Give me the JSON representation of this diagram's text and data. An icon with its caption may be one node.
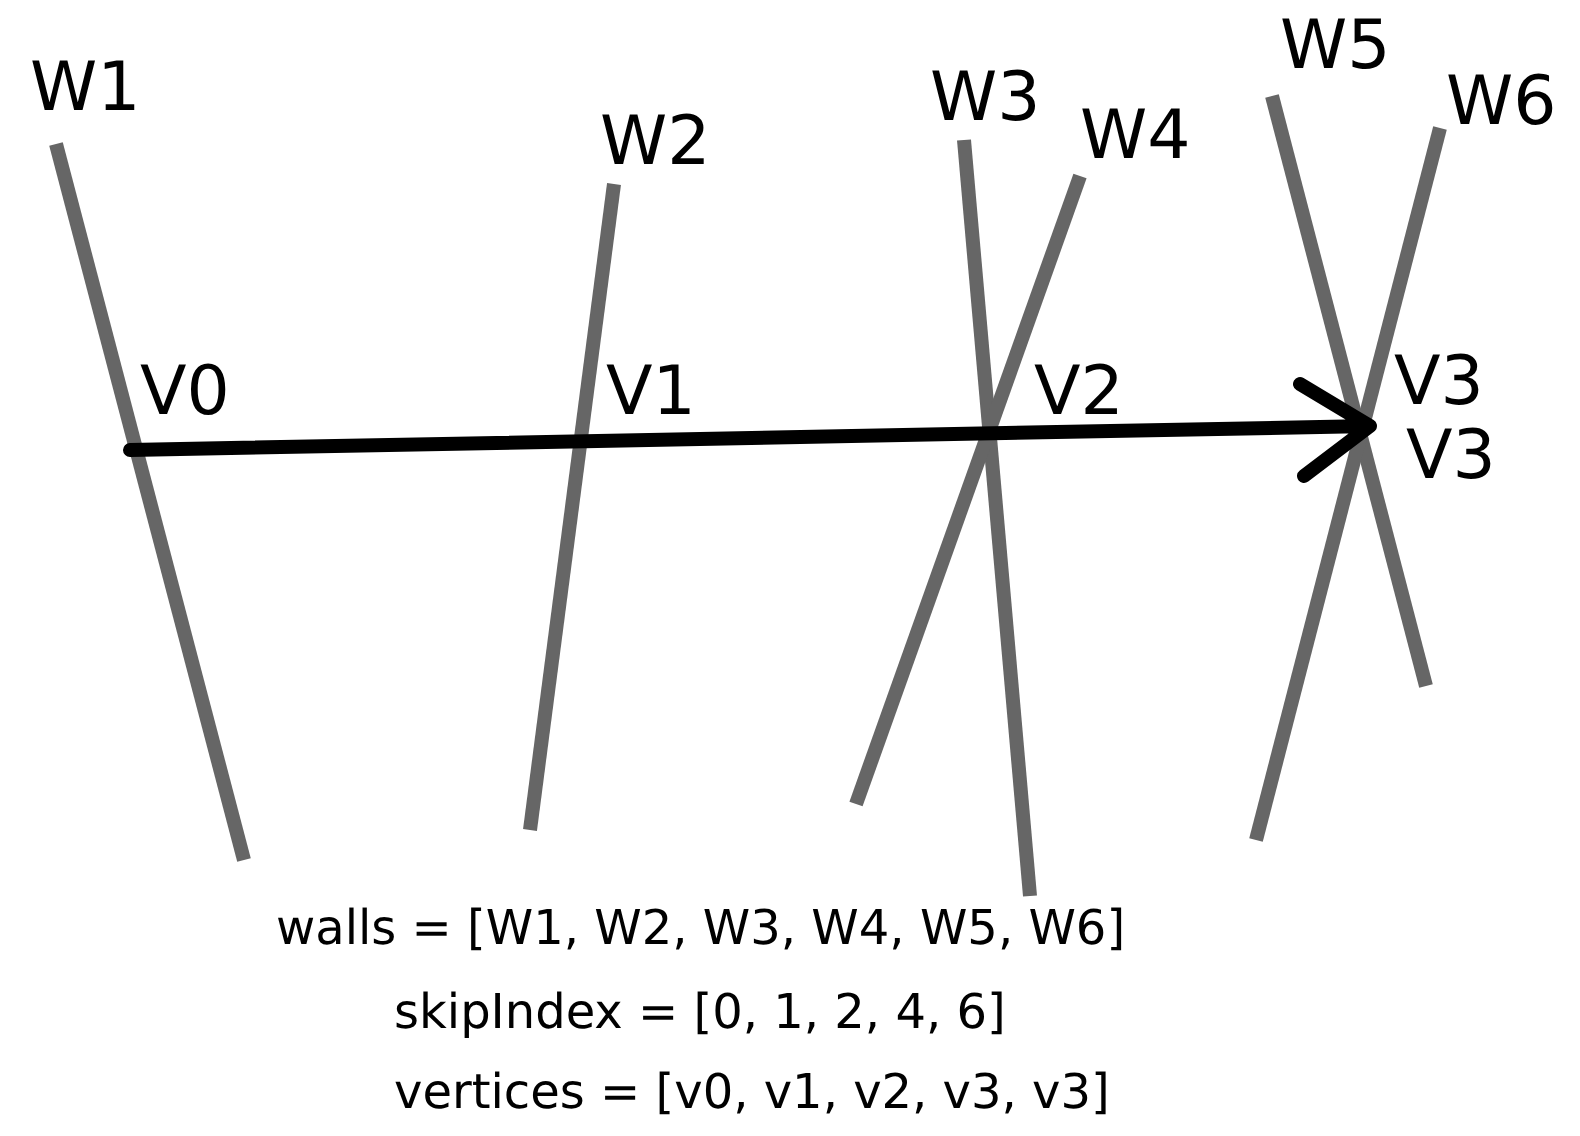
{
  "diagram": {
    "labels": [
      "W5",
      "W1",
      "W3",
      "W6",
      "W2",
      "W4",
      "V0",
      "V1",
      "V2",
      "V3",
      "V3",
      "walls = [W1, W2, W3, W4, W5, W6]",
      "skipIndex = [0, 1, 2, 4, 6]",
      "vertices = [v0, v1, v2, v3, v3]"
    ]
  }
}
